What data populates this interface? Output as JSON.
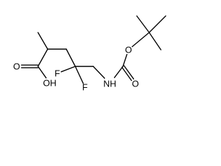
{
  "molecule": {
    "atoms": [
      {
        "id": "a1",
        "symbol": "C"
      },
      {
        "id": "a2",
        "symbol": "C"
      },
      {
        "id": "a3",
        "symbol": "C"
      },
      {
        "id": "a4",
        "symbol": "C"
      },
      {
        "id": "a5",
        "symbol": "C"
      },
      {
        "id": "a6",
        "symbol": "C"
      },
      {
        "id": "a7",
        "symbol": "O",
        "label": "O"
      },
      {
        "id": "a8",
        "symbol": "O",
        "label": "OH"
      },
      {
        "id": "a9",
        "symbol": "F",
        "label": "F"
      },
      {
        "id": "a10",
        "symbol": "F",
        "label": "F"
      },
      {
        "id": "a11",
        "symbol": "N",
        "label": "NH"
      },
      {
        "id": "a12",
        "symbol": "C"
      },
      {
        "id": "a13",
        "symbol": "O",
        "label": "O"
      },
      {
        "id": "a14",
        "symbol": "O",
        "label": "O"
      },
      {
        "id": "a15",
        "symbol": "C"
      },
      {
        "id": "a16",
        "symbol": "C"
      },
      {
        "id": "a17",
        "symbol": "C"
      },
      {
        "id": "a18",
        "symbol": "C"
      }
    ],
    "bonds": [
      {
        "from": "a2",
        "to": "a1",
        "order": 1
      },
      {
        "from": "a2",
        "to": "a3",
        "order": 1
      },
      {
        "from": "a2",
        "to": "a4",
        "order": 1
      },
      {
        "from": "a3",
        "to": "a7",
        "order": 2
      },
      {
        "from": "a3",
        "to": "a8",
        "order": 1
      },
      {
        "from": "a4",
        "to": "a5",
        "order": 1
      },
      {
        "from": "a5",
        "to": "a9",
        "order": 1
      },
      {
        "from": "a5",
        "to": "a10",
        "order": 1
      },
      {
        "from": "a5",
        "to": "a6",
        "order": 1
      },
      {
        "from": "a6",
        "to": "a11",
        "order": 1
      },
      {
        "from": "a11",
        "to": "a12",
        "order": 1
      },
      {
        "from": "a12",
        "to": "a13",
        "order": 2
      },
      {
        "from": "a12",
        "to": "a14",
        "order": 1
      },
      {
        "from": "a14",
        "to": "a15",
        "order": 1
      },
      {
        "from": "a15",
        "to": "a16",
        "order": 1
      },
      {
        "from": "a15",
        "to": "a17",
        "order": 1
      },
      {
        "from": "a15",
        "to": "a18",
        "order": 1
      }
    ]
  }
}
